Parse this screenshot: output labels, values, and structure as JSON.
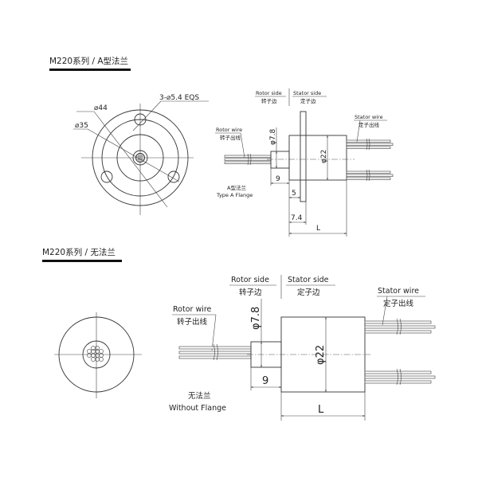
{
  "section_a": {
    "title": "M220系列 / A型法兰",
    "front_view": {
      "dim_outer": "⌀44",
      "dim_inner": "⌀35",
      "dim_holes": "3-⌀5.4 EQS"
    },
    "side_view": {
      "rotor_side_en": "Rotor side",
      "rotor_side_cn": "转子边",
      "stator_side_en": "Stator side",
      "stator_side_cn": "定子边",
      "rotor_wire_en": "Rotor wire",
      "rotor_wire_cn": "转子出线",
      "stator_wire_en": "Stator wire",
      "stator_wire_cn": "定子出线",
      "dim_shaft": "φ7.8",
      "dim_body": "φ22",
      "dim_shaft_len": "9",
      "dim_flange_thk": "5",
      "dim_flange_pos": "7.4",
      "dim_length": "L",
      "type_cn": "A型法兰",
      "type_en": "Type A Flange"
    }
  },
  "section_b": {
    "title": "M220系列  /  无法兰",
    "side_view": {
      "rotor_side_en": "Rotor side",
      "rotor_side_cn": "转子边",
      "stator_side_en": "Stator side",
      "stator_side_cn": "定子边",
      "rotor_wire_en": "Rotor wire",
      "rotor_wire_cn": "转子出线",
      "stator_wire_en": "Stator wire",
      "stator_wire_cn": "定子出线",
      "dim_shaft": "φ7.8",
      "dim_body": "φ22",
      "dim_shaft_len": "9",
      "dim_length": "L",
      "type_cn": "无法兰",
      "type_en": "Without Flange"
    }
  }
}
